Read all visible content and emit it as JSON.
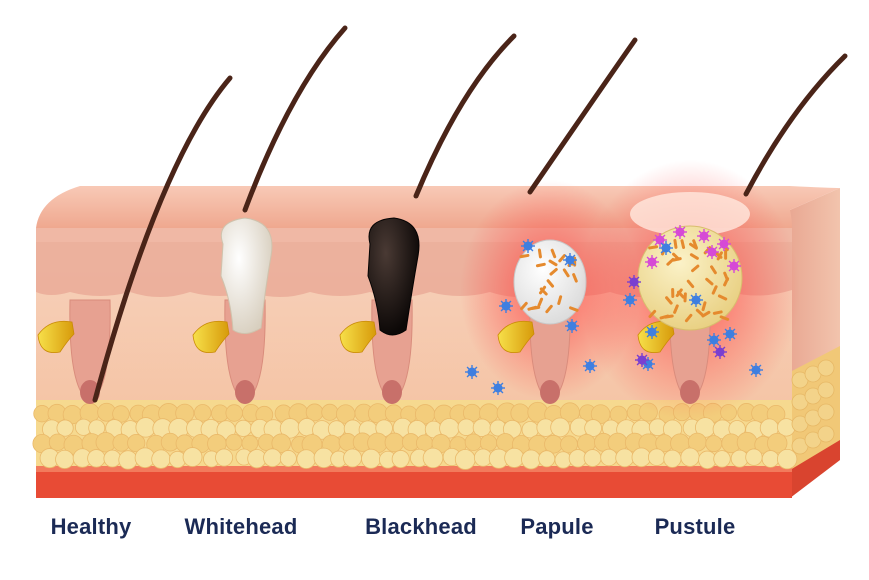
{
  "labels": [
    "Healthy",
    "Whitehead",
    "Blackhead",
    "Papule",
    "Pustule"
  ],
  "colors": {
    "epidermis": "#f3b59f",
    "dermis": "#f2c3a9",
    "fat": "#f4d38a",
    "muscle": "#e84b35",
    "hair": "#4a2418",
    "whitehead": "#f6f1e4",
    "blackhead": "#1a1311",
    "sebum": "#f0c21a",
    "bacteria": "#e58a2e",
    "inflammation": "#ff4d4d",
    "pus": "#f2e2a4",
    "label": "#1b2a55"
  }
}
